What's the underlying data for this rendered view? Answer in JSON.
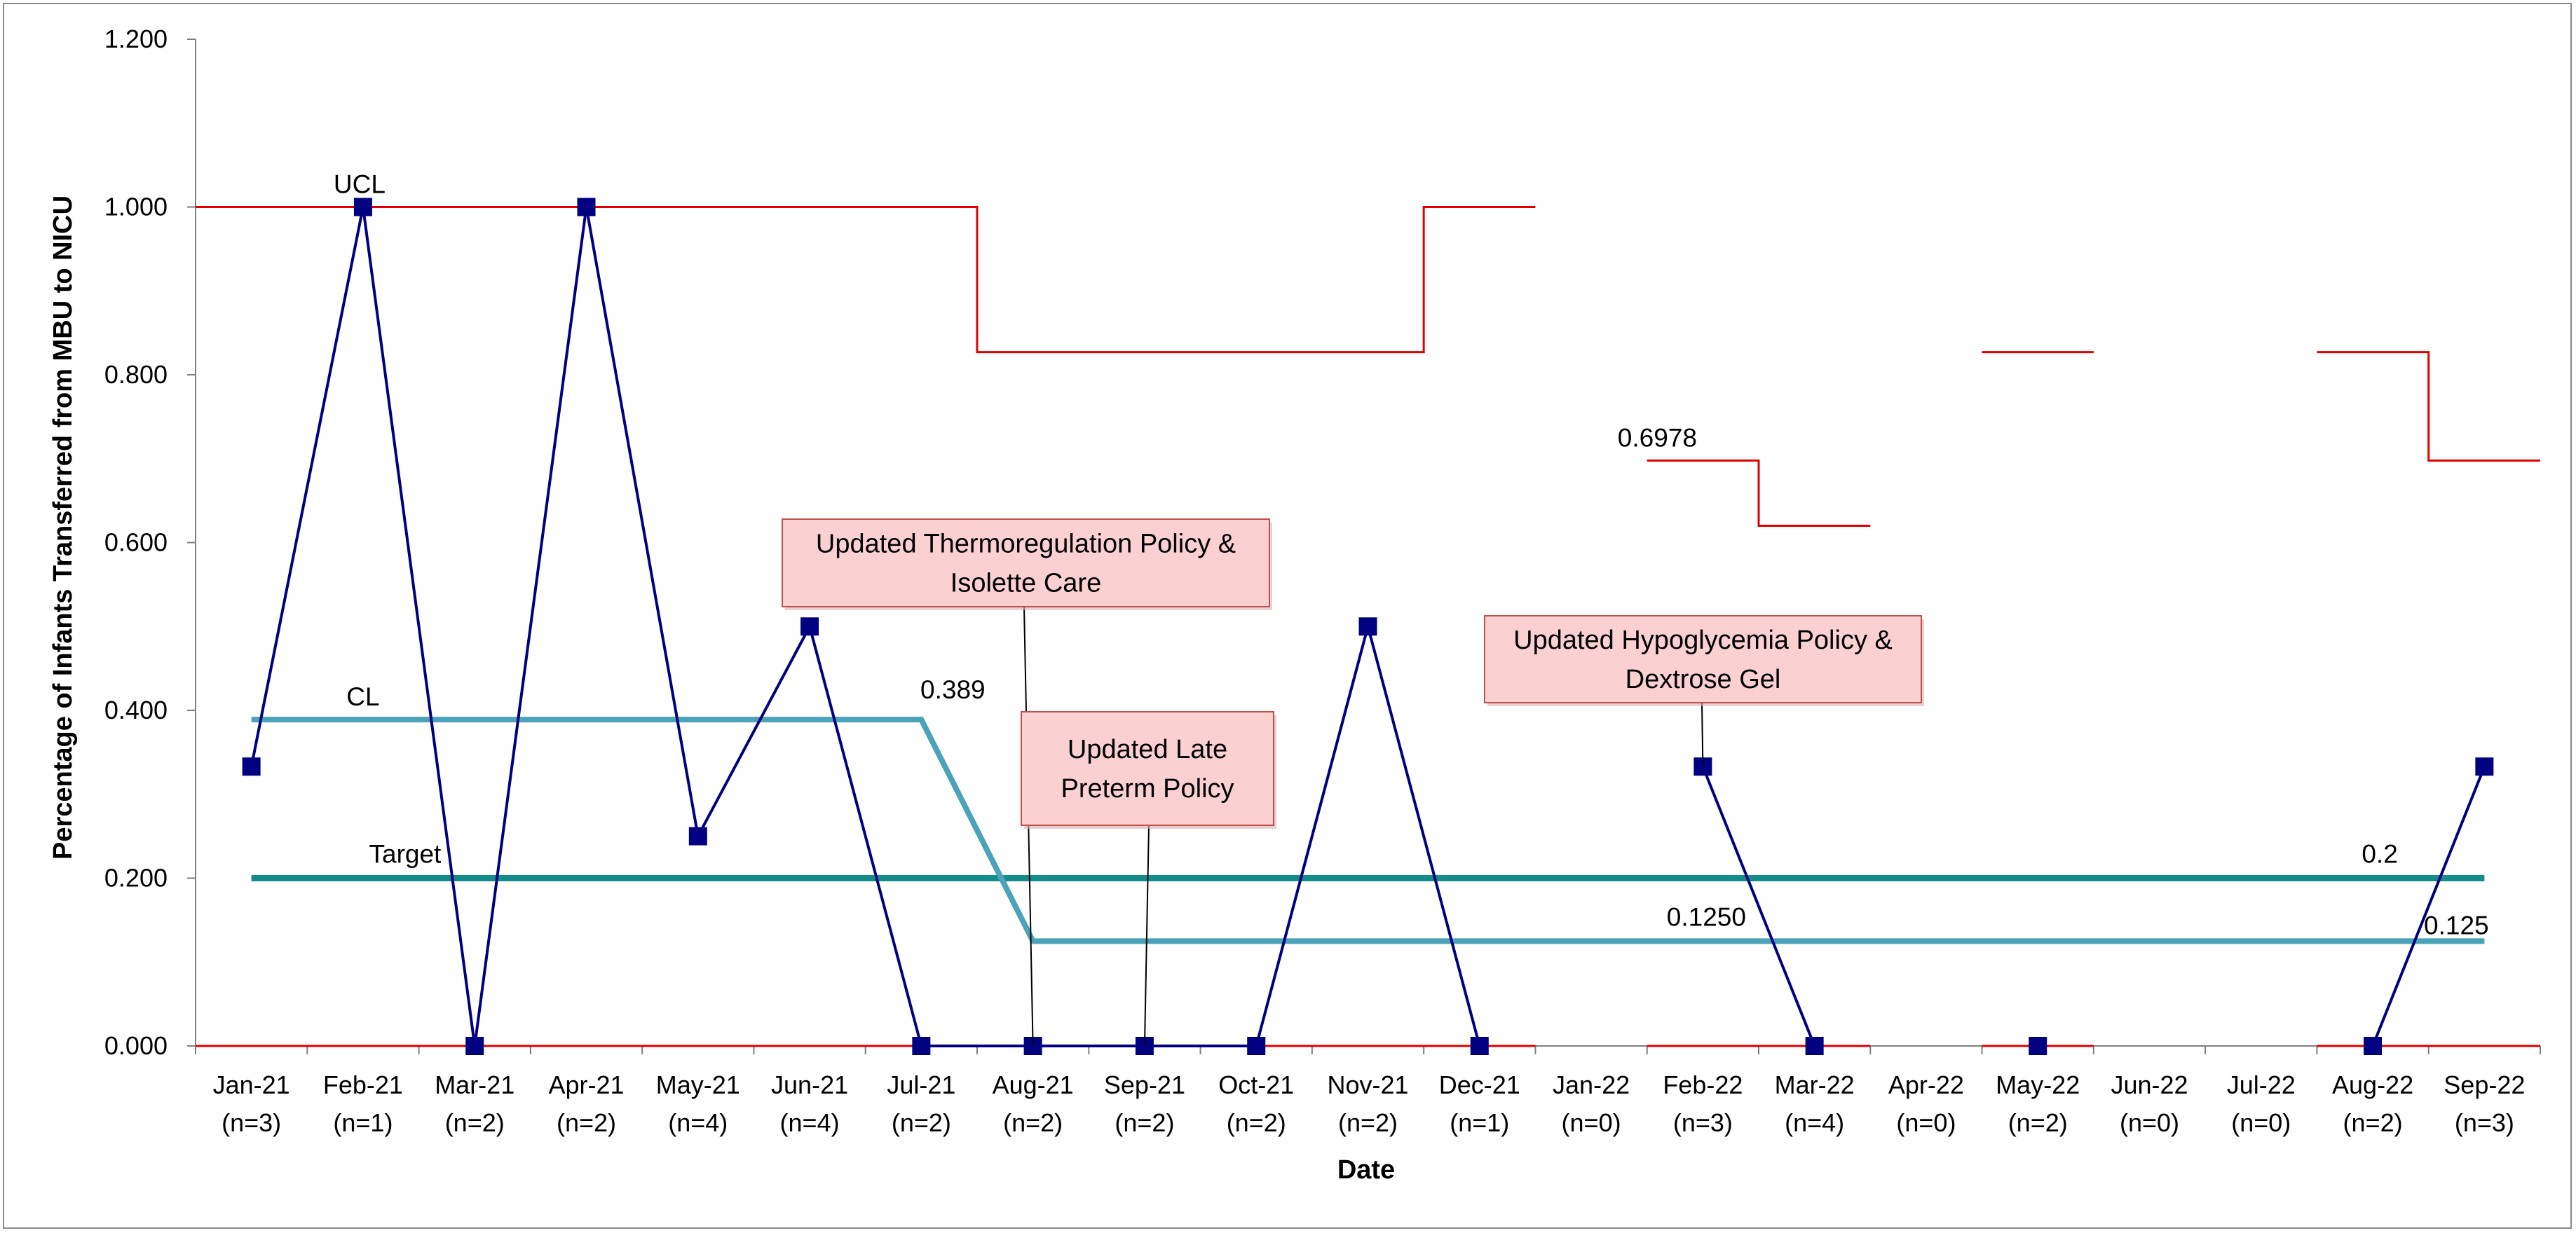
{
  "chart_data": {
    "type": "line",
    "title": "",
    "xlabel": "Date",
    "ylabel": "Percentage of Infants Transferred from MBU to NICU",
    "ylim": [
      0,
      1.2
    ],
    "y_ticks": [
      "0.000",
      "0.200",
      "0.400",
      "0.600",
      "0.800",
      "1.000",
      "1.200"
    ],
    "categories": [
      "Jan-21",
      "Feb-21",
      "Mar-21",
      "Apr-21",
      "May-21",
      "Jun-21",
      "Jul-21",
      "Aug-21",
      "Sep-21",
      "Oct-21",
      "Nov-21",
      "Dec-21",
      "Jan-22",
      "Feb-22",
      "Mar-22",
      "Apr-22",
      "May-22",
      "Jun-22",
      "Jul-22",
      "Aug-22",
      "Sep-22"
    ],
    "sample_sizes": [
      "(n=3)",
      "(n=1)",
      "(n=2)",
      "(n=2)",
      "(n=4)",
      "(n=4)",
      "(n=2)",
      "(n=2)",
      "(n=2)",
      "(n=2)",
      "(n=2)",
      "(n=1)",
      "(n=0)",
      "(n=3)",
      "(n=4)",
      "(n=0)",
      "(n=2)",
      "(n=0)",
      "(n=0)",
      "(n=2)",
      "(n=3)"
    ],
    "grid": false,
    "legend": "none",
    "colors": {
      "data": "#000080",
      "ucl": "#e00000",
      "lcl": "#e00000",
      "cl": "#4aa3b8",
      "target": "#138c8c",
      "callout_fill": "#fbd0d0",
      "callout_border": "#c0504d"
    },
    "series": [
      {
        "role": "data",
        "values": [
          0.333,
          1.0,
          0.0,
          1.0,
          0.25,
          0.5,
          0.0,
          0.0,
          0.0,
          0.0,
          0.5,
          0.0,
          null,
          0.333,
          0.0,
          null,
          0.0,
          null,
          null,
          0.0,
          0.333
        ]
      },
      {
        "role": "ucl",
        "values": [
          1.0,
          1.0,
          1.0,
          1.0,
          1.0,
          1.0,
          1.0,
          0.827,
          0.827,
          0.827,
          0.827,
          1.0,
          null,
          0.6978,
          0.62,
          null,
          0.827,
          null,
          null,
          0.827,
          0.6978
        ]
      },
      {
        "role": "lcl",
        "values": [
          0,
          0,
          0,
          0,
          0,
          0,
          0,
          0,
          0,
          0,
          0,
          0,
          null,
          0,
          0,
          null,
          0,
          null,
          null,
          0,
          0
        ]
      },
      {
        "role": "cl",
        "segments": [
          {
            "from": 0,
            "to": 6,
            "value": 0.389
          },
          {
            "from": 7,
            "to": 20,
            "value": 0.125
          }
        ]
      },
      {
        "role": "target",
        "from": 0,
        "to": 20,
        "value": 0.2
      }
    ],
    "annotations": [
      {
        "text": "UCL",
        "x": 1,
        "y": 1.0
      },
      {
        "text": "CL",
        "x": 1,
        "y": 0.389
      },
      {
        "text": "Target",
        "x": 1,
        "y": 0.2
      },
      {
        "text": "0.389",
        "x": 6,
        "y": 0.389
      },
      {
        "text": "0.6978",
        "x": 13,
        "y": 0.6978
      },
      {
        "text": "0.1250",
        "x": 13,
        "y": 0.125
      },
      {
        "text": "0.2",
        "x": 19,
        "y": 0.2
      },
      {
        "text": "0.125",
        "x": 20,
        "y": 0.125
      }
    ],
    "callouts": [
      {
        "lines": [
          "Updated Thermoregulation Policy &",
          "Isolette Care"
        ],
        "target_index": 7
      },
      {
        "lines": [
          "Updated Late",
          "Preterm Policy"
        ],
        "target_index": 8
      },
      {
        "lines": [
          "Updated Hypoglycemia Policy &",
          "Dextrose Gel"
        ],
        "target_index": 13
      }
    ]
  }
}
